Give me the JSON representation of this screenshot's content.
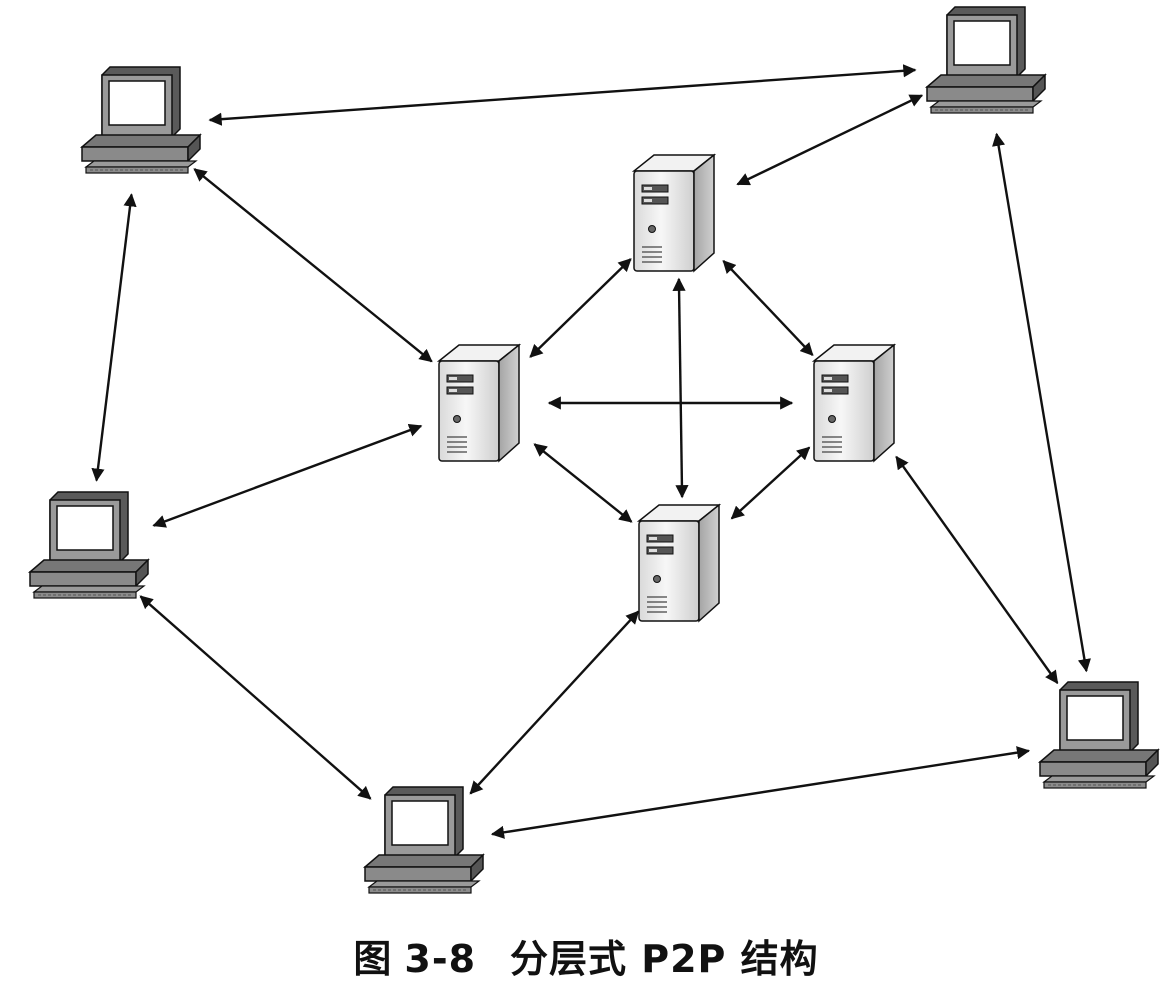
{
  "caption": {
    "prefix": "图",
    "number": "3-8",
    "title": "分层式 P2P 结构"
  },
  "colors": {
    "line": "#111111",
    "pc_shadow": "#5a5a5a",
    "pc_face": "#8a8a8a",
    "screen": "#ffffff",
    "server_body": "#ececec"
  },
  "icons": {
    "client": "desktop-computer-icon",
    "server": "server-tower-icon"
  },
  "diagram": {
    "clients": [
      "client-top-left",
      "client-top-right",
      "client-middle-left",
      "client-bottom-center",
      "client-bottom-right"
    ],
    "servers": [
      "server-top",
      "server-left",
      "server-right",
      "server-bottom"
    ],
    "links": [
      [
        "client-top-left",
        "client-top-right"
      ],
      [
        "client-top-left",
        "client-middle-left"
      ],
      [
        "client-top-left",
        "server-left"
      ],
      [
        "client-top-right",
        "server-top"
      ],
      [
        "client-top-right",
        "client-bottom-right"
      ],
      [
        "server-top",
        "server-left"
      ],
      [
        "server-top",
        "server-right"
      ],
      [
        "server-top",
        "server-bottom"
      ],
      [
        "server-left",
        "server-right"
      ],
      [
        "server-left",
        "server-bottom"
      ],
      [
        "server-right",
        "server-bottom"
      ],
      [
        "server-left",
        "client-middle-left"
      ],
      [
        "server-right",
        "client-bottom-right"
      ],
      [
        "server-bottom",
        "client-bottom-center"
      ],
      [
        "client-middle-left",
        "client-bottom-center"
      ],
      [
        "client-bottom-center",
        "client-bottom-right"
      ]
    ]
  }
}
